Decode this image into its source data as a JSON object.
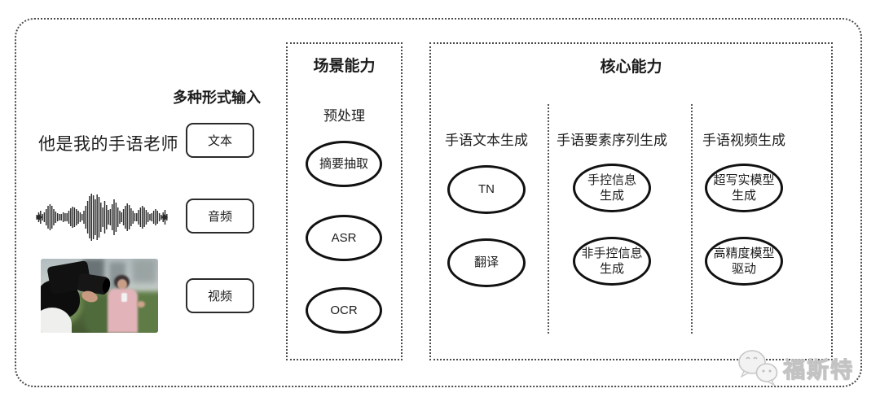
{
  "colors": {
    "text_primary": "#1c1c1c",
    "node_border": "#111111",
    "dotted_border": "#4a4a4a",
    "watermark_gray": "#c9c9c9"
  },
  "input_section": {
    "header": "多种形式输入",
    "sample_text": "他是我的手语老师",
    "waveform_icon": "audio-waveform-icon",
    "photo_icon": "camera-filming-reporter-photo",
    "boxes": [
      {
        "label": "文本"
      },
      {
        "label": "音频"
      },
      {
        "label": "视频"
      }
    ]
  },
  "scene_section": {
    "title": "场景能力",
    "subtitle": "预处理",
    "nodes": [
      {
        "label": "摘要抽取"
      },
      {
        "label": "ASR"
      },
      {
        "label": "OCR"
      }
    ]
  },
  "core_section": {
    "title": "核心能力",
    "columns": [
      {
        "header": "手语文本生成",
        "nodes": [
          {
            "line1": "TN",
            "line2": ""
          },
          {
            "line1": "翻译",
            "line2": ""
          }
        ]
      },
      {
        "header": "手语要素序列生成",
        "nodes": [
          {
            "line1": "手控信息",
            "line2": "生成"
          },
          {
            "line1": "非手控信息",
            "line2": "生成"
          }
        ]
      },
      {
        "header": "手语视频生成",
        "nodes": [
          {
            "line1": "超写实模型",
            "line2": "生成"
          },
          {
            "line1": "高精度模型",
            "line2": "驱动"
          }
        ]
      }
    ]
  },
  "watermark": {
    "icon": "wechat-chat-bubbles-icon",
    "text": "福斯特"
  }
}
